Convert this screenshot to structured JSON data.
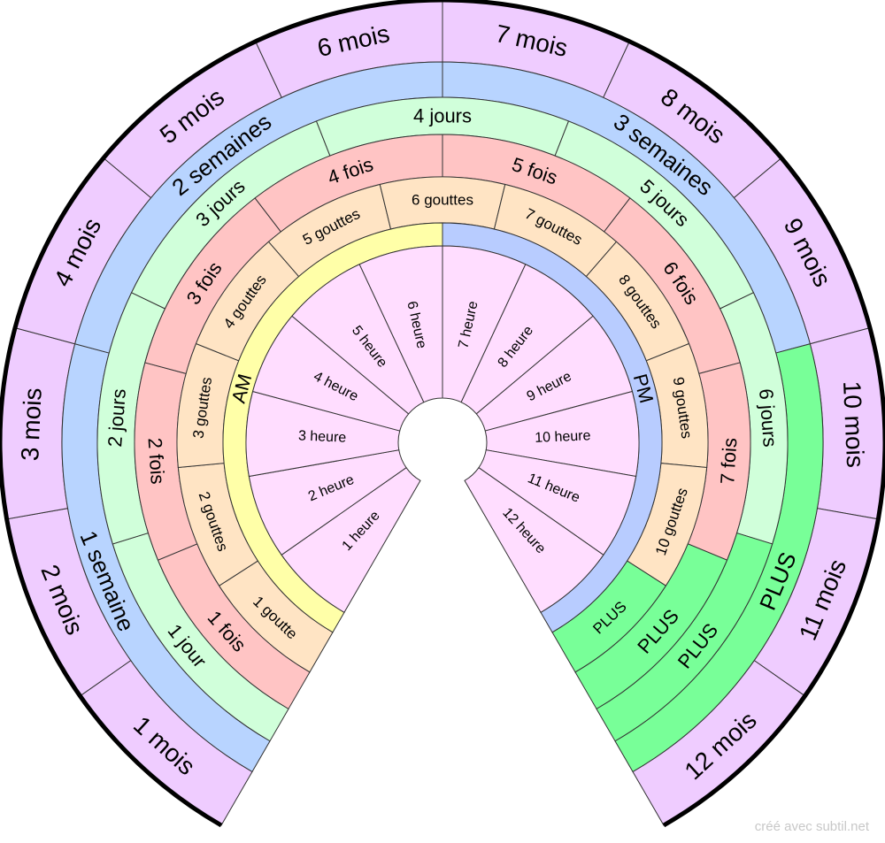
{
  "colors": {
    "months": "#EFCCFF",
    "weeks": "#B8D4FF",
    "days": "#D0FFDA",
    "times": "#FFC4C4",
    "drops": "#FFE4C4",
    "am": "#FFFFA8",
    "pm": "#B8CCFF",
    "hours": "#FFDDFF",
    "plus": "#78FF98",
    "stroke": "#333333",
    "outer_rim": "#000000",
    "text": "#000000"
  },
  "rings": [
    {
      "id": "months",
      "color_key": "months",
      "font": 28,
      "labels": [
        "1 mois",
        "2 mois",
        "3 mois",
        "4 mois",
        "5 mois",
        "6 mois",
        "7 mois",
        "8 mois",
        "9 mois",
        "10 mois",
        "11 mois",
        "12 mois"
      ]
    },
    {
      "id": "weeks",
      "color_key": "weeks",
      "font": 26,
      "labels": [
        "1 semaine",
        "2 semaines",
        "3 semaines",
        "PLUS"
      ]
    },
    {
      "id": "days",
      "color_key": "days",
      "font": 22,
      "labels": [
        "1 jour",
        "2 jours",
        "3 jours",
        "4 jours",
        "5 jours",
        "6 jours",
        "PLUS"
      ]
    },
    {
      "id": "times",
      "color_key": "times",
      "font": 22,
      "labels": [
        "1 fois",
        "2 fois",
        "3 fois",
        "4 fois",
        "5 fois",
        "6 fois",
        "7 fois",
        "PLUS"
      ]
    },
    {
      "id": "drops",
      "color_key": "drops",
      "font": 17,
      "labels": [
        "1 goutte",
        "2 gouttes",
        "3 gouttes",
        "4 gouttes",
        "5 gouttes",
        "6 gouttes",
        "7 gouttes",
        "8 gouttes",
        "9 gouttes",
        "10 gouttes",
        "PLUS"
      ]
    },
    {
      "id": "ampm",
      "color_key": "am",
      "font": 22,
      "labels": [
        "AM",
        "PM"
      ]
    },
    {
      "id": "hours",
      "color_key": "hours",
      "font": 16,
      "labels": [
        "1 heure",
        "2 heure",
        "3 heure",
        "4 heure",
        "5 heure",
        "6 heure",
        "7 heure",
        "8 heure",
        "9 heure",
        "10 heure",
        "11 heure",
        "12 heure"
      ]
    }
  ],
  "credit": "créé avec subtil.net"
}
